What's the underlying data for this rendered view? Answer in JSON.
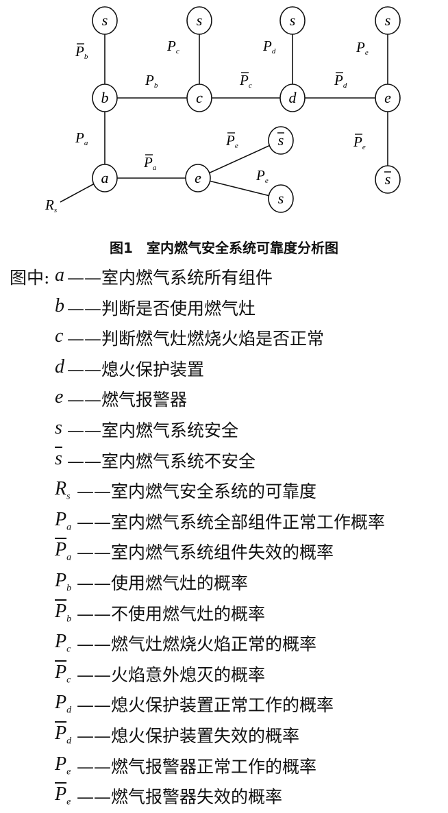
{
  "diagram": {
    "nodes": [
      "s",
      "s",
      "s",
      "s",
      "b",
      "c",
      "d",
      "e",
      "a",
      "e",
      "s̄",
      "s",
      "s̄"
    ],
    "edge_labels": [
      {
        "sym": "P",
        "sub": "b",
        "bar": true
      },
      {
        "sym": "P",
        "sub": "c",
        "bar": false
      },
      {
        "sym": "P",
        "sub": "d",
        "bar": false
      },
      {
        "sym": "P",
        "sub": "e",
        "bar": false
      },
      {
        "sym": "P",
        "sub": "b",
        "bar": false
      },
      {
        "sym": "P",
        "sub": "c",
        "bar": true
      },
      {
        "sym": "P",
        "sub": "d",
        "bar": true
      },
      {
        "sym": "P",
        "sub": "a",
        "bar": false
      },
      {
        "sym": "P",
        "sub": "a",
        "bar": true
      },
      {
        "sym": "P",
        "sub": "e",
        "bar": true
      },
      {
        "sym": "P",
        "sub": "e",
        "bar": false
      },
      {
        "sym": "P",
        "sub": "e",
        "bar": true
      },
      {
        "sym": "R",
        "sub": "s",
        "bar": false
      }
    ]
  },
  "caption": "图1　室内燃气安全系统可靠度分析图",
  "legend": {
    "prefix": "图中:",
    "items": [
      {
        "sym": "a",
        "sub": "",
        "bar": false,
        "desc": "——室内燃气系统所有组件"
      },
      {
        "sym": "b",
        "sub": "",
        "bar": false,
        "desc": "——判断是否使用燃气灶"
      },
      {
        "sym": "c",
        "sub": "",
        "bar": false,
        "desc": "——判断燃气灶燃烧火焰是否正常"
      },
      {
        "sym": "d",
        "sub": "",
        "bar": false,
        "desc": "——熄火保护装置"
      },
      {
        "sym": "e",
        "sub": "",
        "bar": false,
        "desc": "——燃气报警器"
      },
      {
        "sym": "s",
        "sub": "",
        "bar": false,
        "desc": "——室内燃气系统安全"
      },
      {
        "sym": "s",
        "sub": "",
        "bar": true,
        "desc": "——室内燃气系统不安全"
      },
      {
        "sym": "R",
        "sub": "s",
        "bar": false,
        "desc": "——室内燃气安全系统的可靠度"
      },
      {
        "sym": "P",
        "sub": "a",
        "bar": false,
        "desc": "——室内燃气系统全部组件正常工作概率"
      },
      {
        "sym": "P",
        "sub": "a",
        "bar": true,
        "desc": "——室内燃气系统组件失效的概率"
      },
      {
        "sym": "P",
        "sub": "b",
        "bar": false,
        "desc": "——使用燃气灶的概率"
      },
      {
        "sym": "P",
        "sub": "b",
        "bar": true,
        "desc": "——不使用燃气灶的概率"
      },
      {
        "sym": "P",
        "sub": "c",
        "bar": false,
        "desc": "——燃气灶燃烧火焰正常的概率"
      },
      {
        "sym": "P",
        "sub": "c",
        "bar": true,
        "desc": "——火焰意外熄灭的概率"
      },
      {
        "sym": "P",
        "sub": "d",
        "bar": false,
        "desc": "——熄火保护装置正常工作的概率"
      },
      {
        "sym": "P",
        "sub": "d",
        "bar": true,
        "desc": "——熄火保护装置失效的概率"
      },
      {
        "sym": "P",
        "sub": "e",
        "bar": false,
        "desc": "——燃气报警器正常工作的概率"
      },
      {
        "sym": "P",
        "sub": "e",
        "bar": true,
        "desc": "——燃气报警器失效的概率"
      }
    ]
  }
}
